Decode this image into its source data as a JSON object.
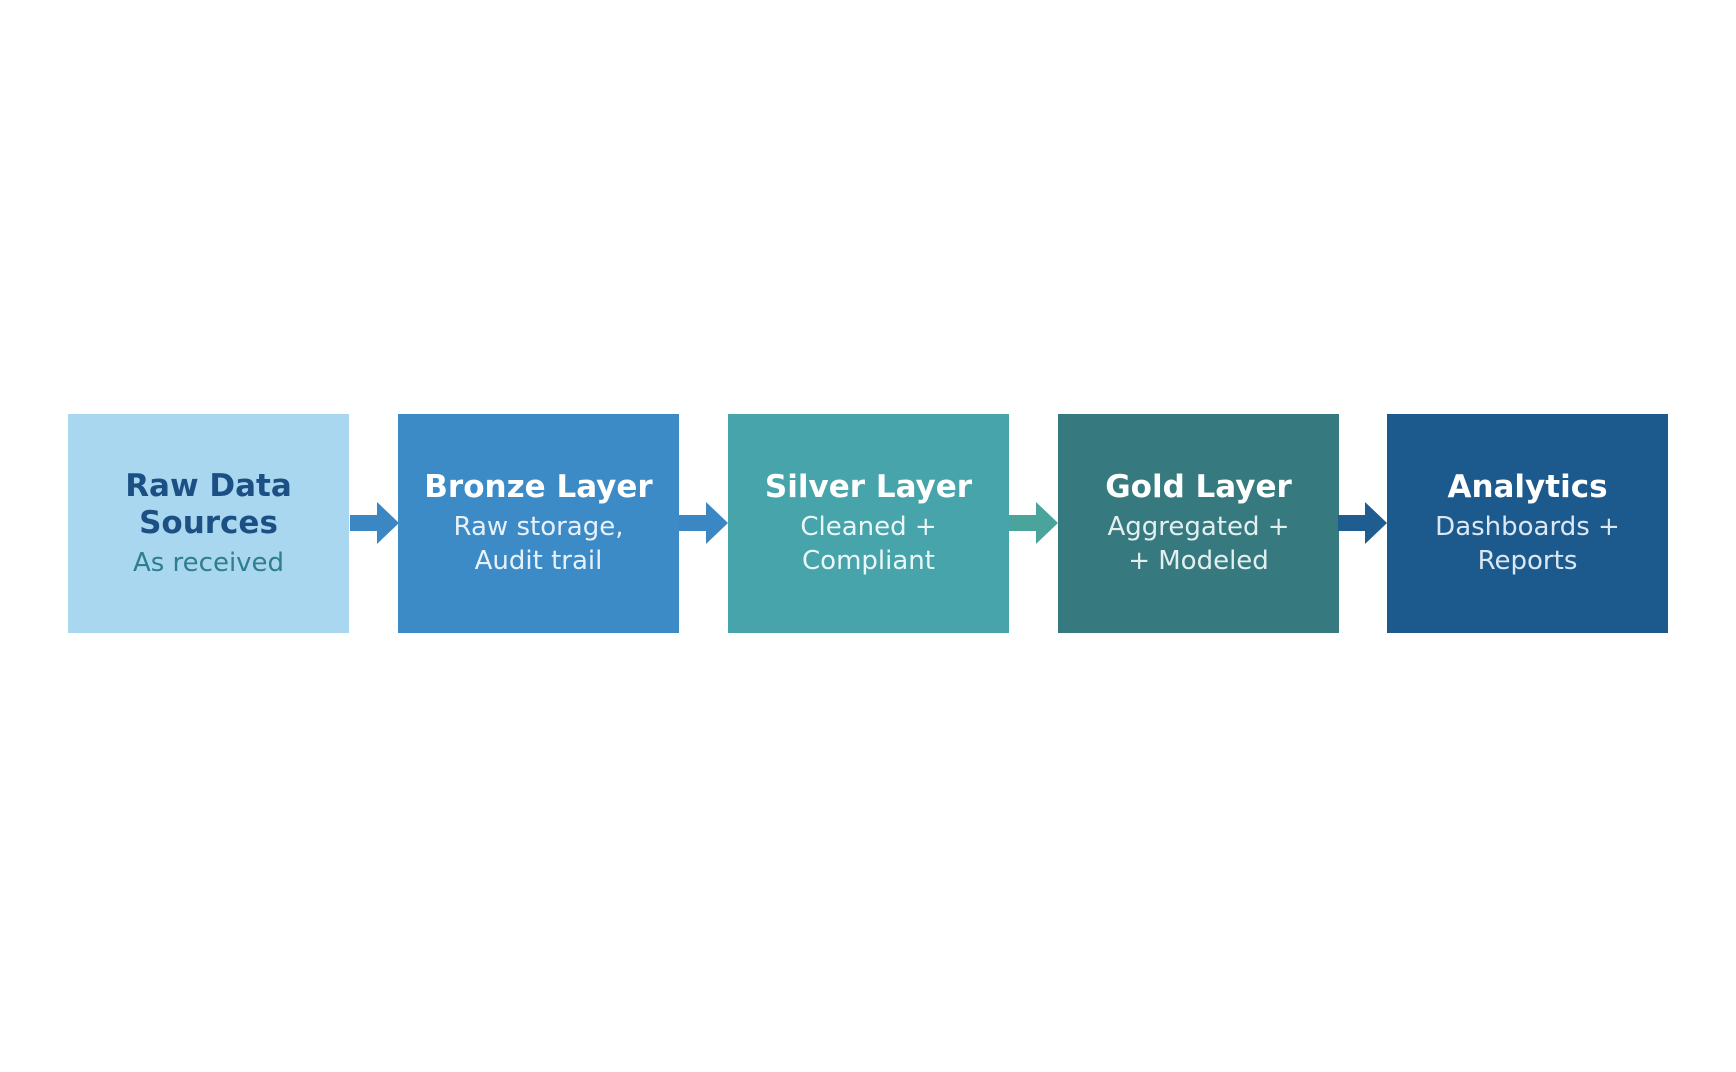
{
  "diagram": {
    "stages": [
      {
        "title": "Raw Data\nSources",
        "subtitle": "As received",
        "fill": "#a9d7ef",
        "title_color": "#1c4f84",
        "subtitle_color": "#2e7e8f"
      },
      {
        "title": "Bronze Layer",
        "subtitle": "Raw storage,\nAudit trail",
        "fill": "#3d8bc6",
        "title_color": "#ffffff",
        "subtitle_color": "#e6f1fa"
      },
      {
        "title": "Silver Layer",
        "subtitle": "Cleaned +\nCompliant",
        "fill": "#47a4ab",
        "title_color": "#ffffff",
        "subtitle_color": "#ebf7f7"
      },
      {
        "title": "Gold Layer",
        "subtitle": "Aggregated +\n+ Modeled",
        "fill": "#367a80",
        "title_color": "#ffffff",
        "subtitle_color": "#e3efef"
      },
      {
        "title": "Analytics",
        "subtitle": "Dashboards +\nReports",
        "fill": "#1c5a8d",
        "title_color": "#ffffff",
        "subtitle_color": "#dbe7f2"
      }
    ],
    "connectors": [
      {
        "icon": "arrow-right-icon",
        "color": "#3a87c3"
      },
      {
        "icon": "arrow-right-icon",
        "color": "#3a87c3"
      },
      {
        "icon": "arrow-right-icon",
        "color": "#4aa49c"
      },
      {
        "icon": "arrow-right-icon",
        "color": "#1f5c8f"
      }
    ]
  }
}
